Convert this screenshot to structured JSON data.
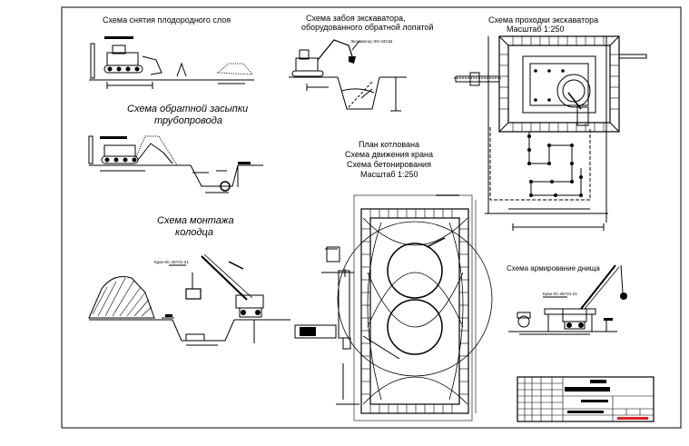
{
  "titles": {
    "topsoil": "Схема снятия плодородного слоя",
    "face_line1": "Схема забоя экскаватора,",
    "face_line2": "оборудованного обратной лопатой",
    "passage_line1": "Схема проходки экскаватора",
    "passage_scale": "Масштаб 1:250",
    "backfill_line1": "Схема обратной засыпки",
    "backfill_line2": "трубопровода",
    "pit_line1": "План котлована",
    "pit_line2": "Схема движения крана",
    "pit_line3": "Схема бетонирования",
    "pit_scale": "Масштаб 1:250",
    "well_line1": "Схема монтажа",
    "well_line2": "колодца",
    "rebar": "Схема армирование днища"
  },
  "labels": {
    "excavator": "Экскаватор ЭО-4321Б",
    "crane1": "Кран КС-45721-21",
    "crane2": "Кран КС-45721-21"
  },
  "colors": {
    "line": "#000000",
    "stamp": "#e02020"
  }
}
